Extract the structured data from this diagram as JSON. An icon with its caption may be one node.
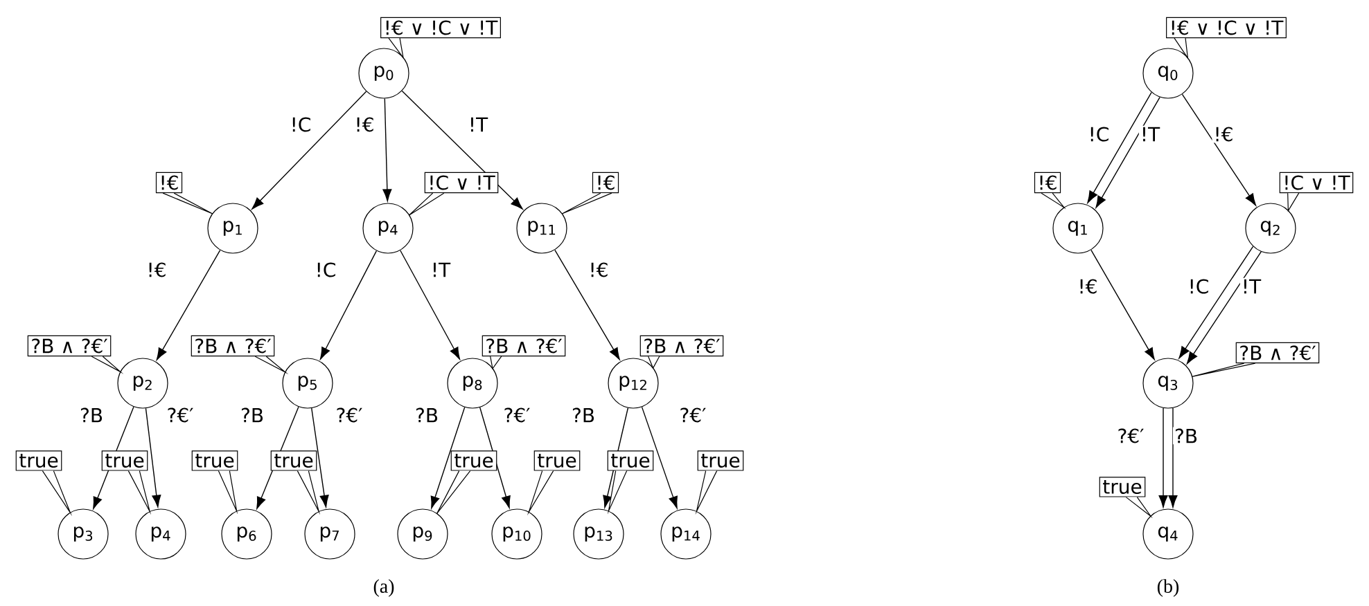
{
  "diagram": {
    "nodes": [
      {
        "text": [
          "p$_{0}$"
        ],
        "beside": [
          "!€ ∨ !C ∨ !T"
        ]
      },
      {
        "text": [
          "p$_{1}$"
        ],
        "beside": [
          "!€"
        ]
      },
      {
        "text": [
          "p$_{4}$"
        ],
        "beside": [
          "!C ∨ !T"
        ]
      },
      {
        "text": [
          "p$_{11}$"
        ],
        "beside": [
          "!€"
        ]
      },
      {
        "text": [
          "p$_{2}$"
        ],
        "beside": [
          "?B ∧ ?€′"
        ]
      },
      {
        "text": [
          "p$_{5}$"
        ],
        "beside": [
          "?B ∧ ?€′"
        ]
      },
      {
        "text": [
          "p$_{8}$"
        ],
        "beside": [
          "?B ∧ ?€′"
        ]
      },
      {
        "text": [
          "p$_{12}$"
        ],
        "beside": [
          "?B ∧ ?€′"
        ]
      },
      {
        "text": [
          "p$_{3}$"
        ],
        "beside": [
          "true"
        ]
      },
      {
        "text": [
          "p$_{4}$"
        ],
        "beside": [
          "true"
        ]
      },
      {
        "text": [
          "p$_{6}$"
        ],
        "beside": [
          "true"
        ]
      },
      {
        "text": [
          "p$_{7}$"
        ],
        "beside": [
          "true"
        ]
      },
      {
        "text": [
          "p$_{9}$"
        ],
        "beside": [
          "true"
        ]
      },
      {
        "text": [
          "p$_{10}$"
        ],
        "beside": [
          "true"
        ]
      },
      {
        "text": [
          "p$_{13}$"
        ],
        "beside": [
          "true"
        ]
      },
      {
        "text": [
          "p$_{14}$"
        ],
        "beside": [
          "true"
        ]
      },
      {
        "text": [
          "q$_{0}$"
        ],
        "beside": [
          "!€ ∨ !C ∨ !T"
        ]
      },
      {
        "text": [
          "q$_{1}$"
        ],
        "beside": [
          "!€"
        ]
      },
      {
        "text": [
          "q$_{2}$"
        ],
        "beside": [
          "!C ∨ !T"
        ]
      },
      {
        "text": [
          "q$_{3}$"
        ],
        "beside": [
          "?B ∧ ?€′"
        ]
      },
      {
        "text": [
          "q$_{4}$"
        ],
        "beside": [
          "true"
        ]
      }
    ],
    "edges": [
      {
        "from": 0,
        "to": 1,
        "arrow": "to",
        "label": "!C"
      },
      {
        "from": 0,
        "to": 2,
        "arrow": "to",
        "label": "!€"
      },
      {
        "from": 0,
        "to": 3,
        "arrow": "to",
        "label": "!T"
      },
      {
        "from": 1,
        "to": 4,
        "arrow": "to",
        "label": "!€"
      },
      {
        "from": 2,
        "to": 5,
        "arrow": "to",
        "label": "!C"
      },
      {
        "from": 2,
        "to": 6,
        "arrow": "to",
        "label": "!T"
      },
      {
        "from": 3,
        "to": 7,
        "arrow": "to",
        "label": "!€"
      },
      {
        "from": 4,
        "to": 8,
        "arrow": "to",
        "label": "?B"
      },
      {
        "from": 4,
        "to": 9,
        "arrow": "to",
        "label": "?€′"
      },
      {
        "from": 5,
        "to": 10,
        "arrow": "to",
        "label": "?B"
      },
      {
        "from": 5,
        "to": 11,
        "arrow": "to",
        "label": "?€′"
      },
      {
        "from": 6,
        "to": 12,
        "arrow": "to",
        "label": "?B"
      },
      {
        "from": 6,
        "to": 13,
        "arrow": "to",
        "label": "?€′"
      },
      {
        "from": 7,
        "to": 14,
        "arrow": "to",
        "label": "?B"
      },
      {
        "from": 7,
        "to": 15,
        "arrow": "to",
        "label": "?€′"
      },
      {
        "from": 16,
        "to": 17,
        "arrow": "to",
        "label": "!C"
      },
      {
        "from": 16,
        "to": 17,
        "arrow": "to",
        "label": "!T"
      },
      {
        "from": 16,
        "to": 18,
        "arrow": "to",
        "label": "!€"
      },
      {
        "from": 17,
        "to": 19,
        "arrow": "to",
        "label": "!€"
      },
      {
        "from": 18,
        "to": 19,
        "arrow": "to",
        "label": "!C"
      },
      {
        "from": 18,
        "to": 19,
        "arrow": "to",
        "label": "!T"
      },
      {
        "from": 19,
        "to": 20,
        "arrow": "to",
        "label": "?€′"
      },
      {
        "from": 19,
        "to": 20,
        "arrow": "to",
        "label": "?B"
      }
    ],
    "labels": [
      "(a)",
      "(b)"
    ]
  }
}
